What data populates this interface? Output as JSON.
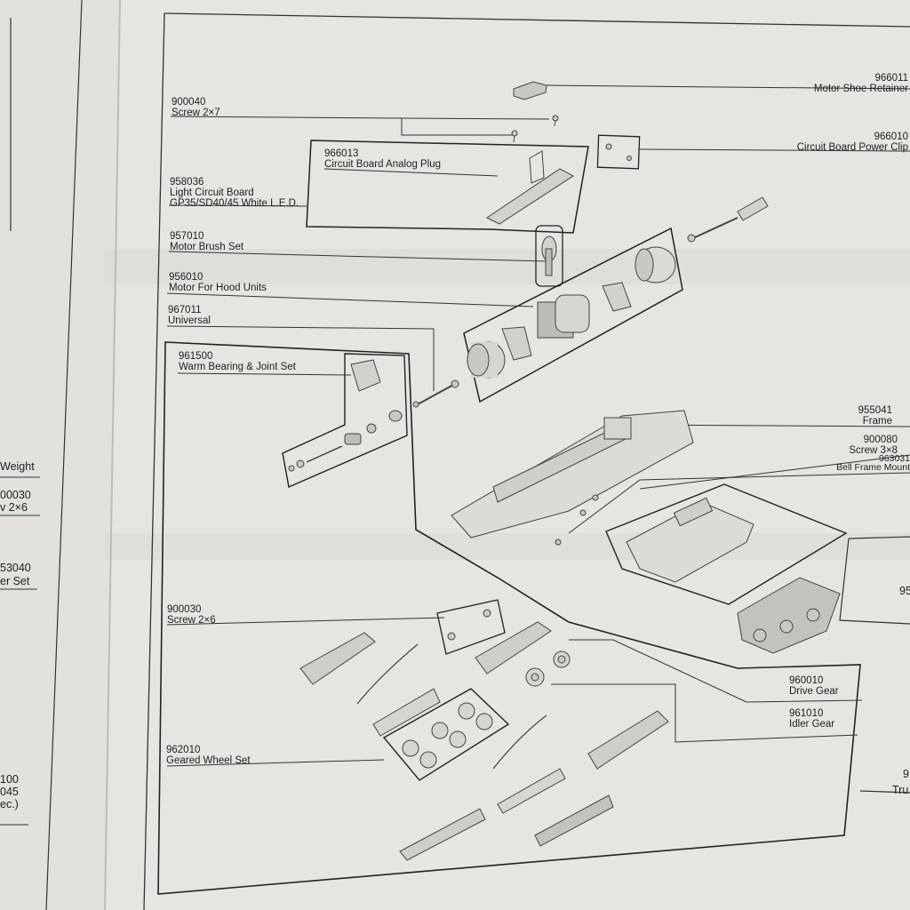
{
  "diagram": {
    "parts": [
      {
        "id": "966011",
        "no": "966011",
        "name": "Motor Shoe Retainer"
      },
      {
        "id": "900040",
        "no": "900040",
        "name": "Screw 2×7"
      },
      {
        "id": "966010",
        "no": "966010",
        "name": "Circuit Board Power Clip"
      },
      {
        "id": "966013",
        "no": "966013",
        "name": "Circuit Board Analog Plug"
      },
      {
        "id": "958036",
        "no": "958036",
        "name": "Light Circuit Board",
        "name2": "GP35/SD40/45 White L.E.D."
      },
      {
        "id": "957010",
        "no": "957010",
        "name": "Motor Brush Set"
      },
      {
        "id": "956010",
        "no": "956010",
        "name": "Motor For Hood Units"
      },
      {
        "id": "967011",
        "no": "967011",
        "name": "Universal"
      },
      {
        "id": "961500",
        "no": "961500",
        "name": "Warm Bearing & Joint Set"
      },
      {
        "id": "955041",
        "no": "955041",
        "name": "Frame"
      },
      {
        "id": "900080",
        "no": "900080",
        "name": "Screw 3×8"
      },
      {
        "id": "963031",
        "no": "963031",
        "name": "Bell Frame Mount"
      },
      {
        "id": "900030",
        "no": "900030",
        "name": "Screw 2×6"
      },
      {
        "id": "960010",
        "no": "960010",
        "name": "Drive Gear"
      },
      {
        "id": "961010",
        "no": "961010",
        "name": "Idler Gear"
      },
      {
        "id": "962010",
        "no": "962010",
        "name": "Geared Wheel Set"
      }
    ],
    "left_page_fragments": [
      "Weight",
      "00030",
      "v 2×6",
      "53040",
      "er Set",
      "100",
      "045",
      "ec.)"
    ],
    "right_edge_fragments": [
      "95",
      "9",
      "Tru"
    ]
  },
  "colors": {
    "paper": "#e4e3df",
    "ink": "#1f1f1f",
    "shadow": "#cfceca"
  }
}
